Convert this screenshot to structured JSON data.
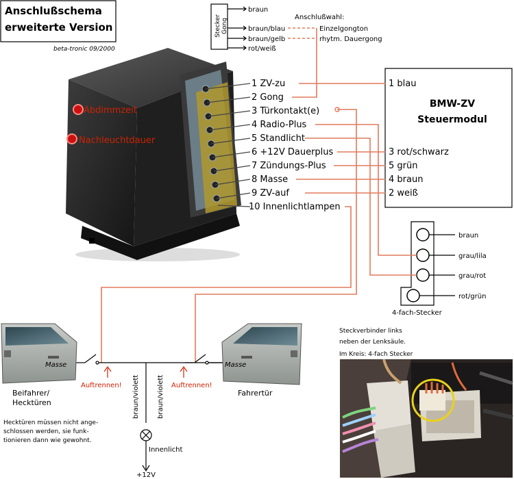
{
  "title": {
    "line1": "Anschlußschema",
    "line2": "erweiterte Version",
    "credit": "beta-tronic 09/2000"
  },
  "gong_plug": {
    "label_line1": "Stecker",
    "label_line2": "Gong",
    "wires": [
      "braun",
      "braun/blau",
      "braun/gelb",
      "rot/weiß"
    ],
    "choice_title": "Anschlußwahl:",
    "choices": [
      "Einzelgongton",
      "rhytm. Dauergong"
    ]
  },
  "device": {
    "knob1": "Abdimmzeit",
    "knob2": "Nachleuchtdauer"
  },
  "pins": [
    "1 ZV-zu",
    "2 Gong",
    "3 Türkontakt(e)",
    "4 Radio-Plus",
    "5 Standlicht",
    "6 +12V Dauerplus",
    "7 Zündungs-Plus",
    "8 Masse",
    "9 ZV-auf",
    "10 Innenlichtlampen"
  ],
  "module": {
    "title_line1": "BMW-ZV",
    "title_line2": "Steuermodul",
    "pins": [
      "1 blau",
      "3 rot/schwarz",
      "5 grün",
      "4 braun",
      "2 weiß"
    ]
  },
  "four_pin": {
    "label": "4-fach-Stecker",
    "pins": [
      "braun",
      "grau/lila",
      "grau/rot",
      "rot/grün"
    ]
  },
  "doors": {
    "left_masse": "Masse",
    "right_masse": "Masse",
    "left_caption_line1": "Beifahrer/",
    "left_caption_line2": "Hecktüren",
    "right_caption": "Fahrertür",
    "cut1": "Auftrennen!",
    "cut2": "Auftrennen!",
    "wire1": "braun/violett",
    "wire2": "braun/violett",
    "lamp": "Innenlicht",
    "supply": "+12V"
  },
  "note": {
    "line1": "Hecktüren müssen nicht ange-",
    "line2": "schlossen werden, sie funk-",
    "line3": "tionieren dann wie gewohnt."
  },
  "photo": {
    "caption_line1": "Steckverbinder links",
    "caption_line2": "neben der Lenksäule.",
    "caption_line3": "Im Kreis: 4-fach Stecker"
  },
  "colors": {
    "wire": "#e07a5a",
    "label_red": "#cc2200",
    "device": "#2a2a2a",
    "connector": "#2f5a6a"
  }
}
